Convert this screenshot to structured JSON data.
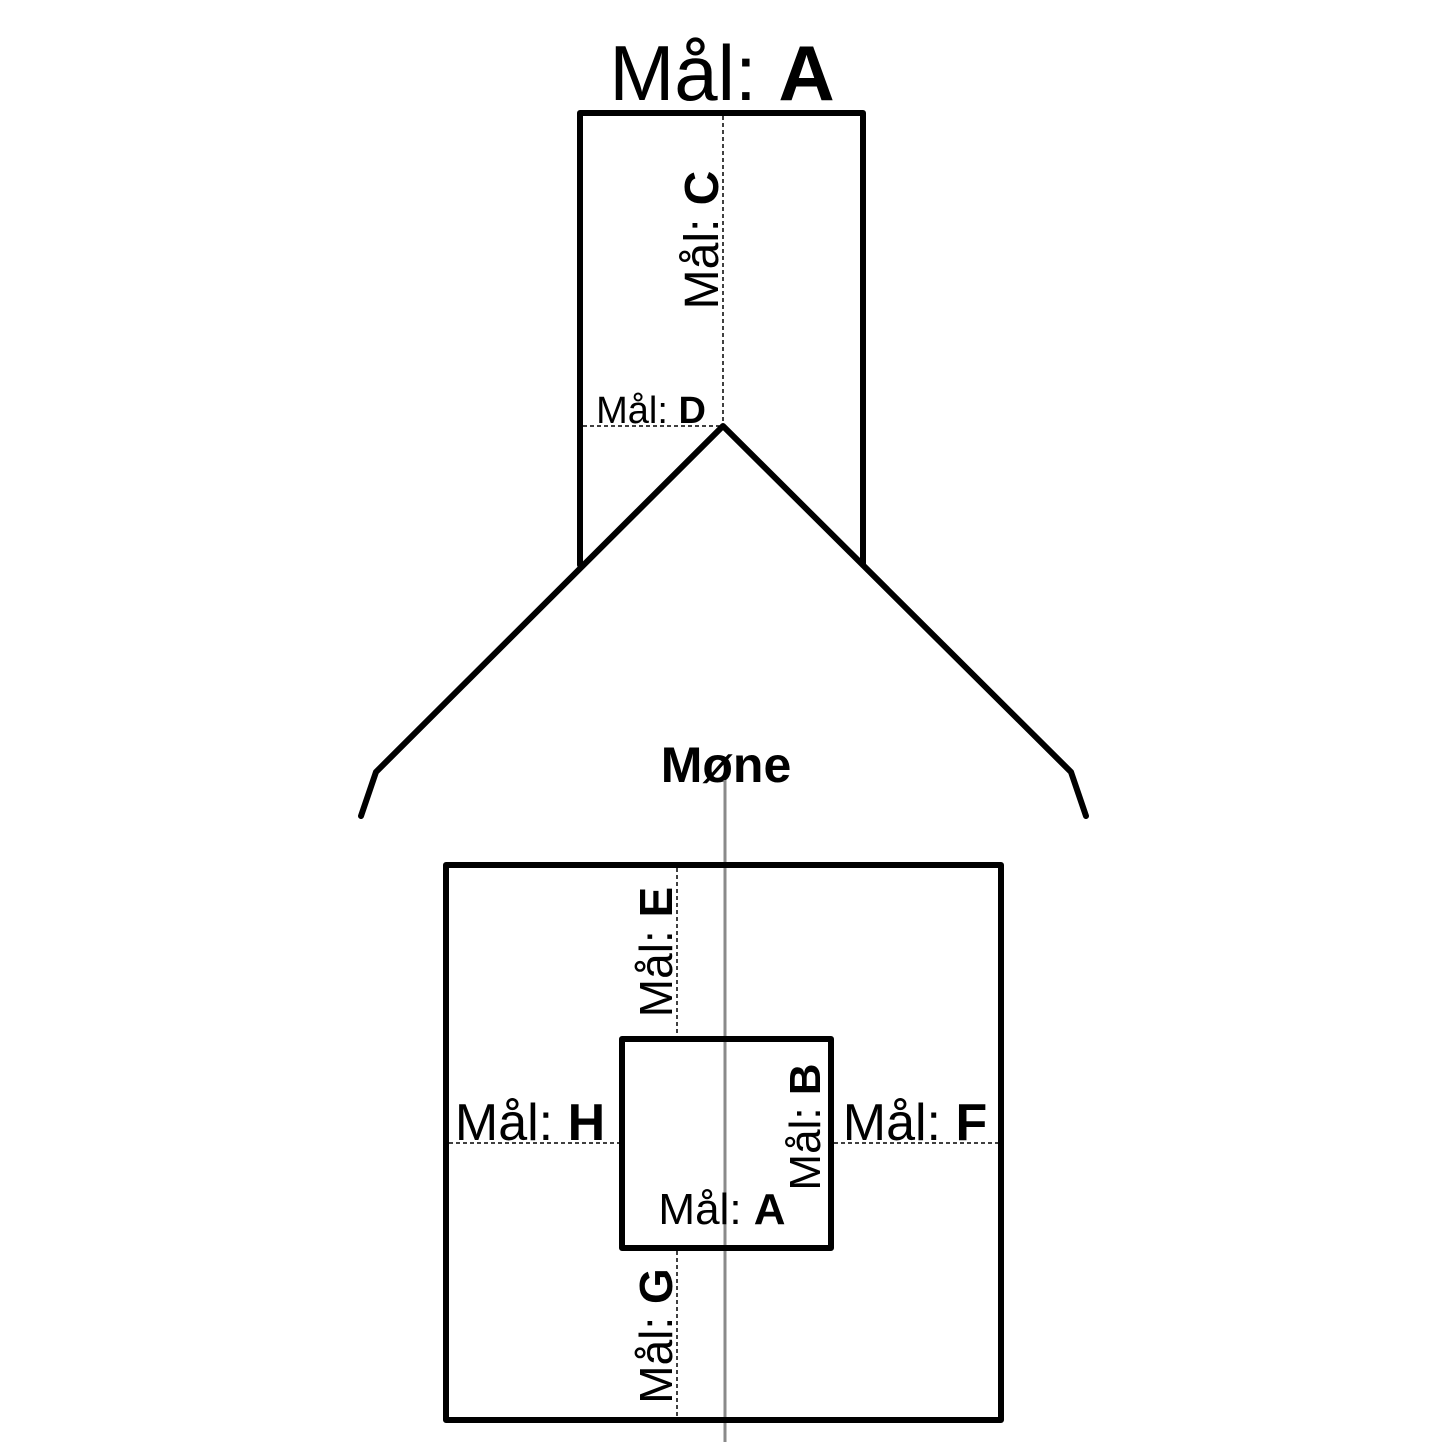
{
  "prefix": "Mål: ",
  "labels": {
    "top_width": "A",
    "chimney_height": "C",
    "chimney_offset": "D",
    "ridge": "Møne",
    "plate_top": "E",
    "plate_left": "H",
    "plate_right": "F",
    "plate_bottom": "G",
    "hole_width": "A",
    "hole_height": "B"
  },
  "colors": {
    "line": "#000000",
    "ridge_axis": "#8a8a8a",
    "background": "#ffffff"
  }
}
